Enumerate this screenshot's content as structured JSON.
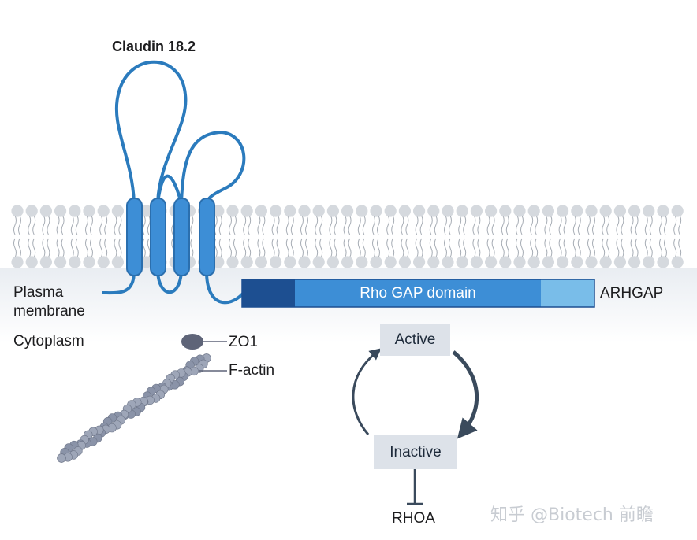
{
  "protein": {
    "name": "Claudin 18.2"
  },
  "regions": {
    "membrane": "Plasma membrane",
    "membrane_line1": "Plasma",
    "membrane_line2": "membrane",
    "cytoplasm": "Cytoplasm"
  },
  "fusion": {
    "domain_label": "Rho GAP domain",
    "partner": "ARHGAP"
  },
  "scaffold": {
    "zo1": "ZO1",
    "factin": "F-actin"
  },
  "cycle": {
    "active": "Active",
    "inactive": "Inactive",
    "target": "RHOA"
  },
  "watermark": "知乎 @Biotech 前瞻",
  "colors": {
    "claudin": "#2b7bbd",
    "membrane_head": "#d5d9de",
    "gap_dark": "#1d4f91",
    "gap_mid": "#3d8ed6",
    "gap_light": "#79bde9",
    "arrow": "#3a4a5c",
    "actin": "#8a93a8",
    "zo1": "#5e6478"
  }
}
